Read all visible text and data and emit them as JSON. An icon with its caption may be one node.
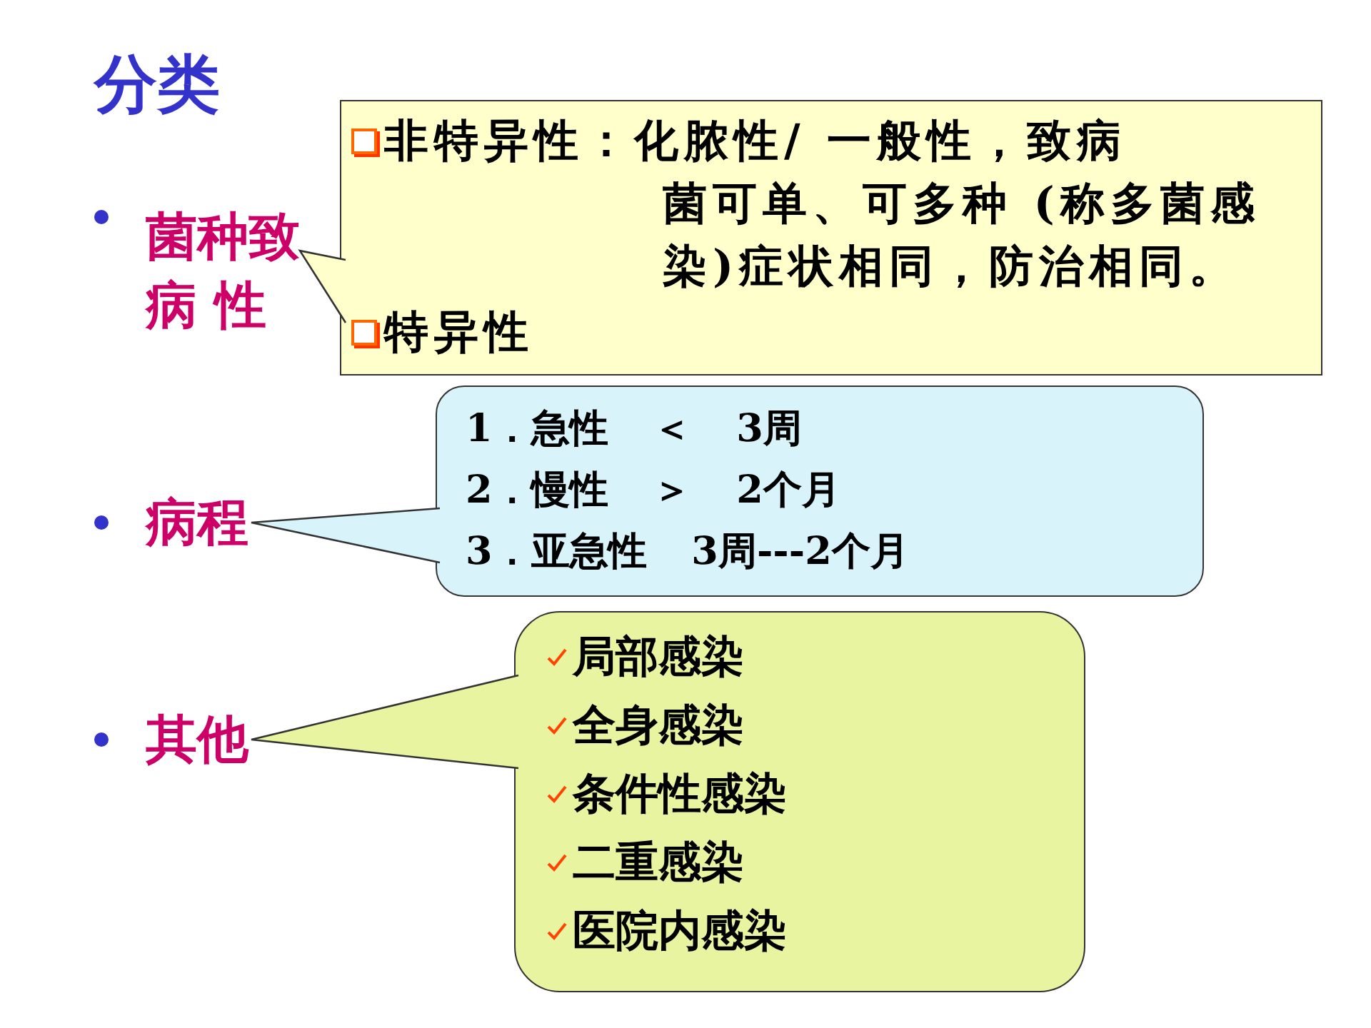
{
  "diagram": {
    "title": "分类",
    "nodes": [
      {
        "text": [
          "菌种致病 性"
        ]
      },
      {
        "text": [
          "非特异性：化脓性/ 一般性，致病菌可单、可多种 (称多菌感染)症状相同，防治相同。",
          "特异性"
        ]
      },
      {
        "text": [
          "病程"
        ]
      },
      {
        "text": [
          "1．急性 ＜ 3周",
          "2．慢性 ＞ 2个月",
          "3．亚急性 3周---2个月"
        ]
      },
      {
        "text": [
          "其他"
        ]
      },
      {
        "text": [
          "局部感染",
          "全身感染",
          "条件性感染",
          "二重感染",
          "医院内感染"
        ]
      }
    ],
    "edges": [
      {
        "from": 1,
        "to": 0,
        "arrow": "to"
      },
      {
        "from": 3,
        "to": 2,
        "arrow": "to"
      },
      {
        "from": 5,
        "to": 4,
        "arrow": "to"
      }
    ]
  }
}
